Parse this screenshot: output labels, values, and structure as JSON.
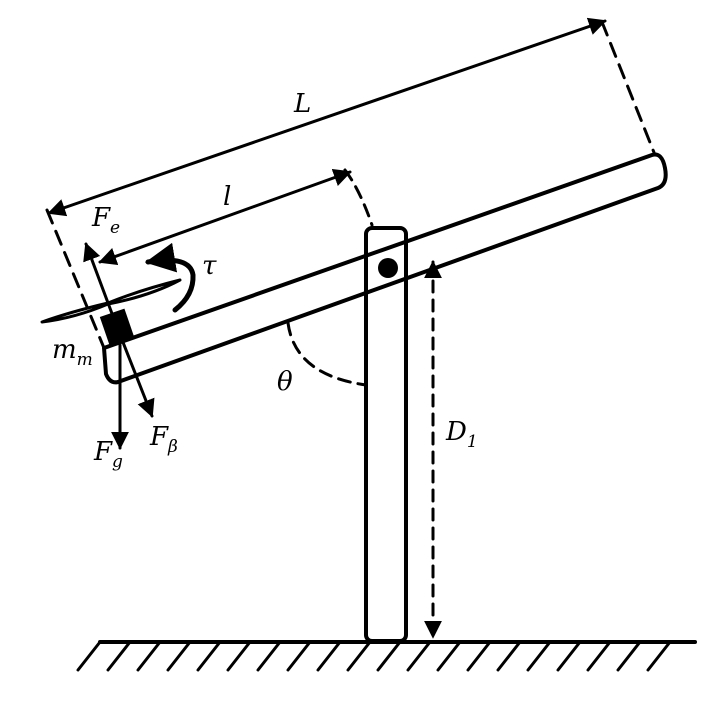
{
  "labels": {
    "L": "L",
    "l": "l",
    "Fe_main": "F",
    "Fe_sub": "e",
    "tau": "τ",
    "mm_main": "m",
    "mm_sub": "m",
    "theta": "θ",
    "D1_main": "D",
    "D1_sub": "1",
    "Fg_main": "F",
    "Fg_sub": "g",
    "Fbeta_main": "F",
    "Fbeta_sub": "β"
  },
  "colors": {
    "ink": "#000000",
    "background": "#ffffff"
  }
}
